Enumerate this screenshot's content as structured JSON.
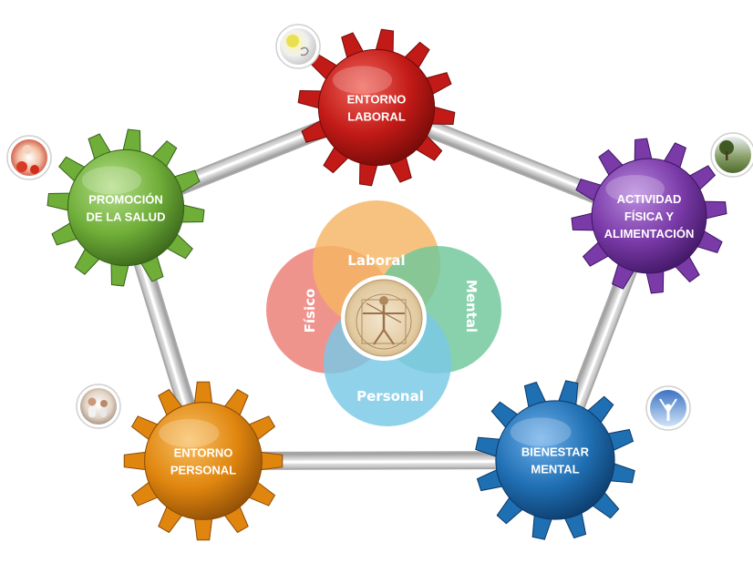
{
  "diagram": {
    "gears": [
      {
        "id": "entorno-laboral",
        "lines": [
          "ENTORNO",
          "LABORAL"
        ],
        "color": "#c21a17",
        "light": "#f0655a",
        "dark": "#6e0a08"
      },
      {
        "id": "actividad-fisica",
        "lines": [
          "ACTIVIDAD",
          "FÍSICA Y",
          "ALIMENTACIÓN"
        ],
        "color": "#7a3aa8",
        "light": "#b889de",
        "dark": "#3d1560"
      },
      {
        "id": "bienestar-mental",
        "lines": [
          "BIENESTAR",
          "MENTAL"
        ],
        "color": "#1f6fb3",
        "light": "#6fb0ea",
        "dark": "#0c3866"
      },
      {
        "id": "entorno-personal",
        "lines": [
          "ENTORNO",
          "PERSONAL"
        ],
        "color": "#e0860f",
        "light": "#f8c064",
        "dark": "#8a4a05"
      },
      {
        "id": "promocion-salud",
        "lines": [
          "PROMOCIÓN",
          "DE LA SALUD"
        ],
        "color": "#6fae38",
        "light": "#b5de8a",
        "dark": "#36601a"
      }
    ],
    "venn": [
      {
        "id": "laboral",
        "label": "Laboral",
        "color": "#f5b463"
      },
      {
        "id": "mental",
        "label": "Mental",
        "color": "#6fc79a"
      },
      {
        "id": "personal",
        "label": "Personal",
        "color": "#79c8e6"
      },
      {
        "id": "fisico",
        "label": "Físico",
        "color": "#ec7d74"
      }
    ],
    "center_icon": "vitruvian-man-icon",
    "photo_icons": [
      "lightbulb-photo-icon",
      "flowers-photo-icon",
      "tree-landscape-photo-icon",
      "family-photo-icon",
      "arms-raised-photo-icon"
    ]
  }
}
